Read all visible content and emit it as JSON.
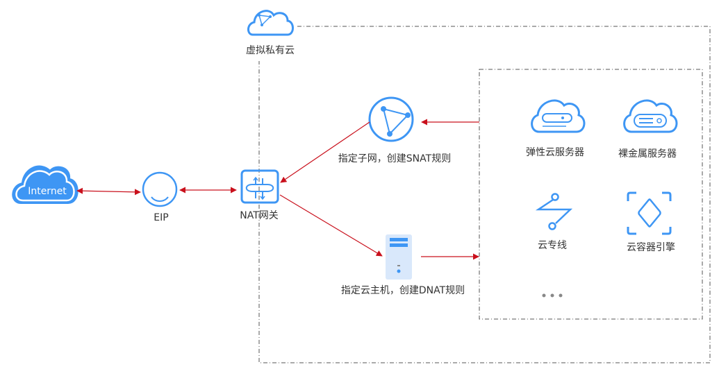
{
  "colors": {
    "icon_blue": "#3e96f4",
    "internet_fill": "#3e96f4",
    "server_bg": "#d9e8fb",
    "arrow_red": "#c9101c",
    "border_dash": "#555555",
    "text": "#333333",
    "dots": "#888888"
  },
  "vpc": {
    "label": "虚拟私有云",
    "icon": "cloud-network-icon"
  },
  "nodes": {
    "internet": {
      "label": "Internet",
      "icon": "cloud-icon"
    },
    "eip": {
      "label": "EIP",
      "icon": "ip-icon"
    },
    "nat": {
      "label": "NAT网关",
      "icon": "nat-gateway-icon"
    },
    "subnet": {
      "label": "指定子网，创建SNAT规则",
      "icon": "subnet-icon"
    },
    "host": {
      "label": "指定云主机，创建DNAT规则",
      "icon": "server-icon"
    }
  },
  "services": [
    {
      "label": "弹性云服务器",
      "icon": "ecs-cloud-icon"
    },
    {
      "label": "裸金属服务器",
      "icon": "bms-cloud-icon"
    },
    {
      "label": "云专线",
      "icon": "direct-connect-icon"
    },
    {
      "label": "云容器引擎",
      "icon": "container-engine-icon"
    }
  ],
  "more": {
    "label": "•••",
    "icon": "more-dots-icon"
  }
}
